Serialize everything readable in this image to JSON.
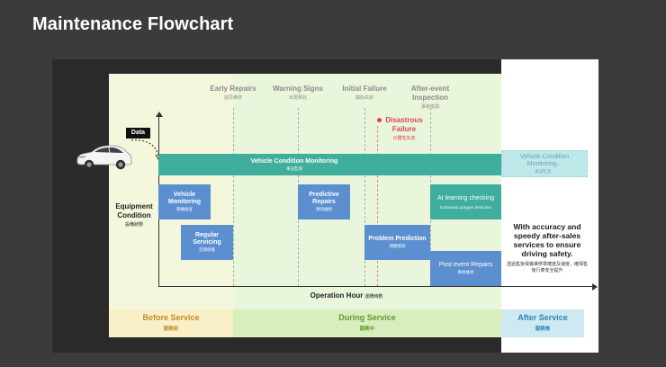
{
  "title": "Maintenance Flowchart",
  "data_tag": "Data",
  "phases": [
    {
      "en": "Early Repairs",
      "zh": "提早維修"
    },
    {
      "en": "Warning Signs",
      "zh": "出現預兆"
    },
    {
      "en": "Initial Failure",
      "zh": "開始失效"
    },
    {
      "en": "After-event Inspection",
      "zh": "事後檢測"
    }
  ],
  "disaster": {
    "en": "Disastrous Failure",
    "zh": "災難性失效",
    "color": "#d9474a"
  },
  "axes": {
    "y": {
      "en": "Equipment Condition",
      "zh": "設備狀態"
    },
    "x": {
      "en": "Operation Hour",
      "zh": "運轉時數"
    }
  },
  "bars": {
    "monitoring": {
      "en": "Vehicle Condition Monitoring",
      "zh": "車況監測"
    },
    "monitoring_after": {
      "en": "Vehicle Condition Monitoring...",
      "zh": "車況監測..."
    },
    "vehicle_monitoring": {
      "en": "Vehicle Monitoring",
      "zh": "車輛檢查"
    },
    "regular_servicing": {
      "en": "Regular Servicing",
      "zh": "定期保養"
    },
    "predictive_repairs": {
      "en": "Predictive Repairs",
      "zh": "預知維修"
    },
    "problem_prediction": {
      "en": "Problem Prediction",
      "zh": "問題預測"
    },
    "ai_checking": {
      "en": "AI learning checking",
      "zh": "Enhanced polygon detection"
    },
    "post_event": {
      "en": "Post-event Repairs",
      "zh": "事後維修"
    }
  },
  "after_text": {
    "en": "With accuracy and speedy after-sales services to ensure driving safety.",
    "zh": "透過售後保養維修準確度及速度，確保售後行車安全提升"
  },
  "bands": {
    "before": {
      "en": "Before Service",
      "zh": "服務前"
    },
    "during": {
      "en": "During Service",
      "zh": "服務中"
    },
    "after": {
      "en": "After Service",
      "zh": "服務後"
    }
  },
  "colors": {
    "teal": "#3fae9c",
    "blue": "#5b8fcf",
    "teal_light": "#bfe8ea",
    "before_zone": "#f5f7dc",
    "during_zone": "#eaf6dc",
    "before_text": "#c28a2a",
    "during_text": "#5e9a34",
    "after_text": "#2d87b0"
  }
}
